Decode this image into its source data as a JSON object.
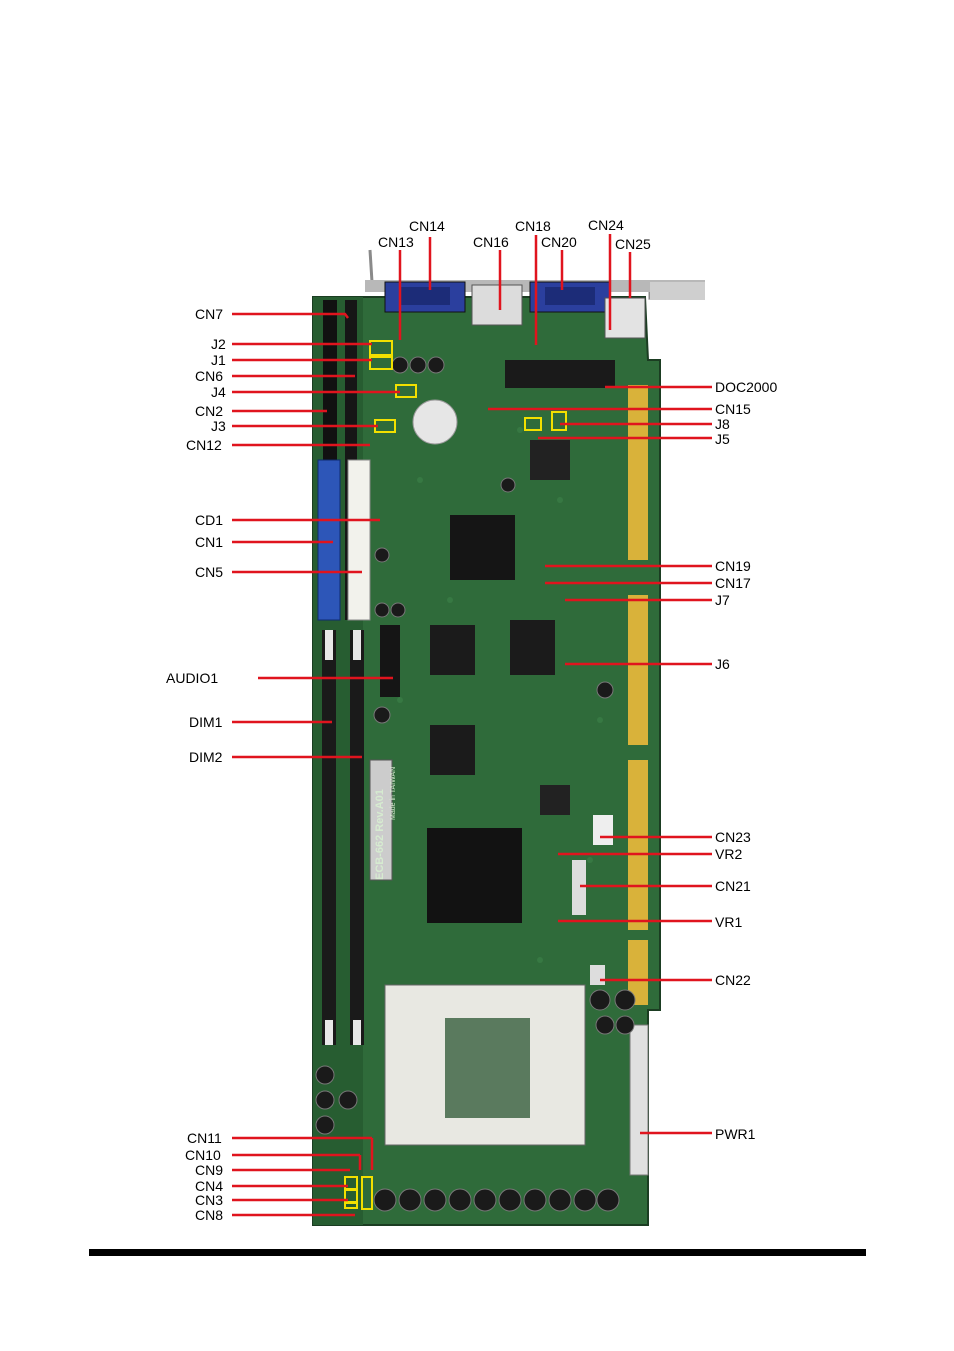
{
  "labels": {
    "top": [
      "CN14",
      "CN18",
      "CN24",
      "CN13",
      "CN16",
      "CN20",
      "CN25"
    ],
    "left": [
      "CN7",
      "J2",
      "J1",
      "CN6",
      "J4",
      "CN2",
      "J3",
      "CN12",
      "CD1",
      "CN1",
      "CN5",
      "AUDIO1",
      "DIM1",
      "DIM2",
      "CN11",
      "CN10",
      "CN9",
      "CN4",
      "CN3",
      "CN8"
    ],
    "right": [
      "DOC2000",
      "CN15",
      "J8",
      "J5",
      "CN19",
      "CN17",
      "J7",
      "J6",
      "CN23",
      "VR2",
      "CN21",
      "VR1",
      "CN22",
      "PWR1"
    ]
  },
  "silkscreen": {
    "model": "ECB-662 Rev.A01",
    "made_in": "Made in TAIWAN"
  },
  "colors": {
    "pcb": "#2f6b3a",
    "pcb_dark": "#1f4f2a",
    "leader": "#e0141e",
    "jumper_box": "#f2e000",
    "vga_blue": "#2b3f9e",
    "ide_blue": "#2d56b8",
    "gold": "#d9b23a",
    "bracket": "#9a9a9a"
  }
}
